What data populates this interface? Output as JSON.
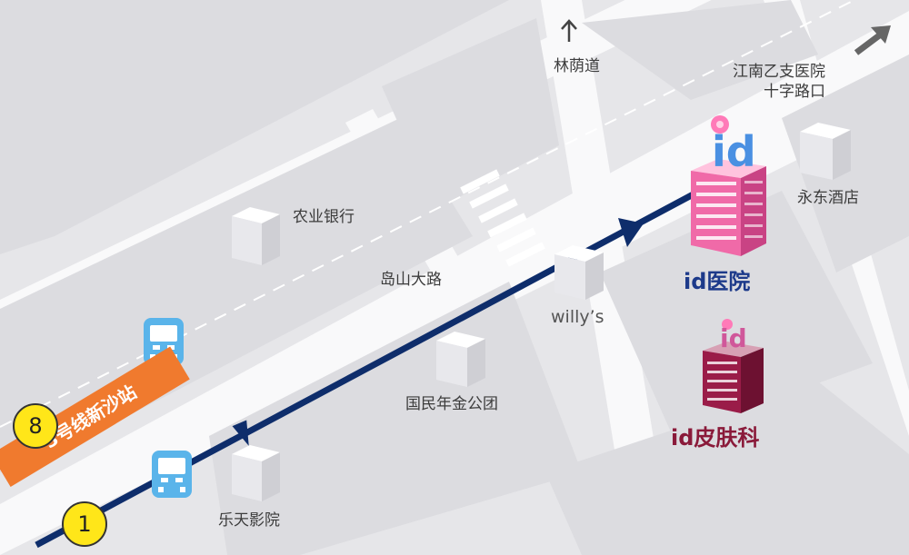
{
  "map": {
    "labels": {
      "linyin_road": "林荫道",
      "gangnam_intersection_line1": "江南乙支医院",
      "gangnam_intersection_line2": "十字路口",
      "nonghyup_bank": "农业银行",
      "dosan_road": "岛山大路",
      "willys": "willy’s",
      "yongdong_hotel": "永东酒店",
      "pension_service": "国民年金公团",
      "lotte_cinema": "乐天影院"
    },
    "hospital_name": "id医院",
    "dermatology_name": "id皮肤科",
    "logo_text": "id",
    "station": {
      "name": "3号线新沙站",
      "exit_8": "8",
      "exit_1": "1"
    },
    "icons": {
      "north_arrow": "arrow-up-icon",
      "destination_arrow": "arrow-up-right-icon",
      "bus_stop": "bus-icon",
      "hospital_building": "building-icon"
    },
    "colors": {
      "route": "#0e2d6b",
      "station_band": "#f07a2e",
      "exit_circle": "#ffe619",
      "hospital_text": "#1d3a8a",
      "dermatology_text": "#8a1a3a",
      "hospital_building": "#f06aa8",
      "dermatology_building": "#9a1c48",
      "bus_icon": "#5ab4ea"
    }
  }
}
